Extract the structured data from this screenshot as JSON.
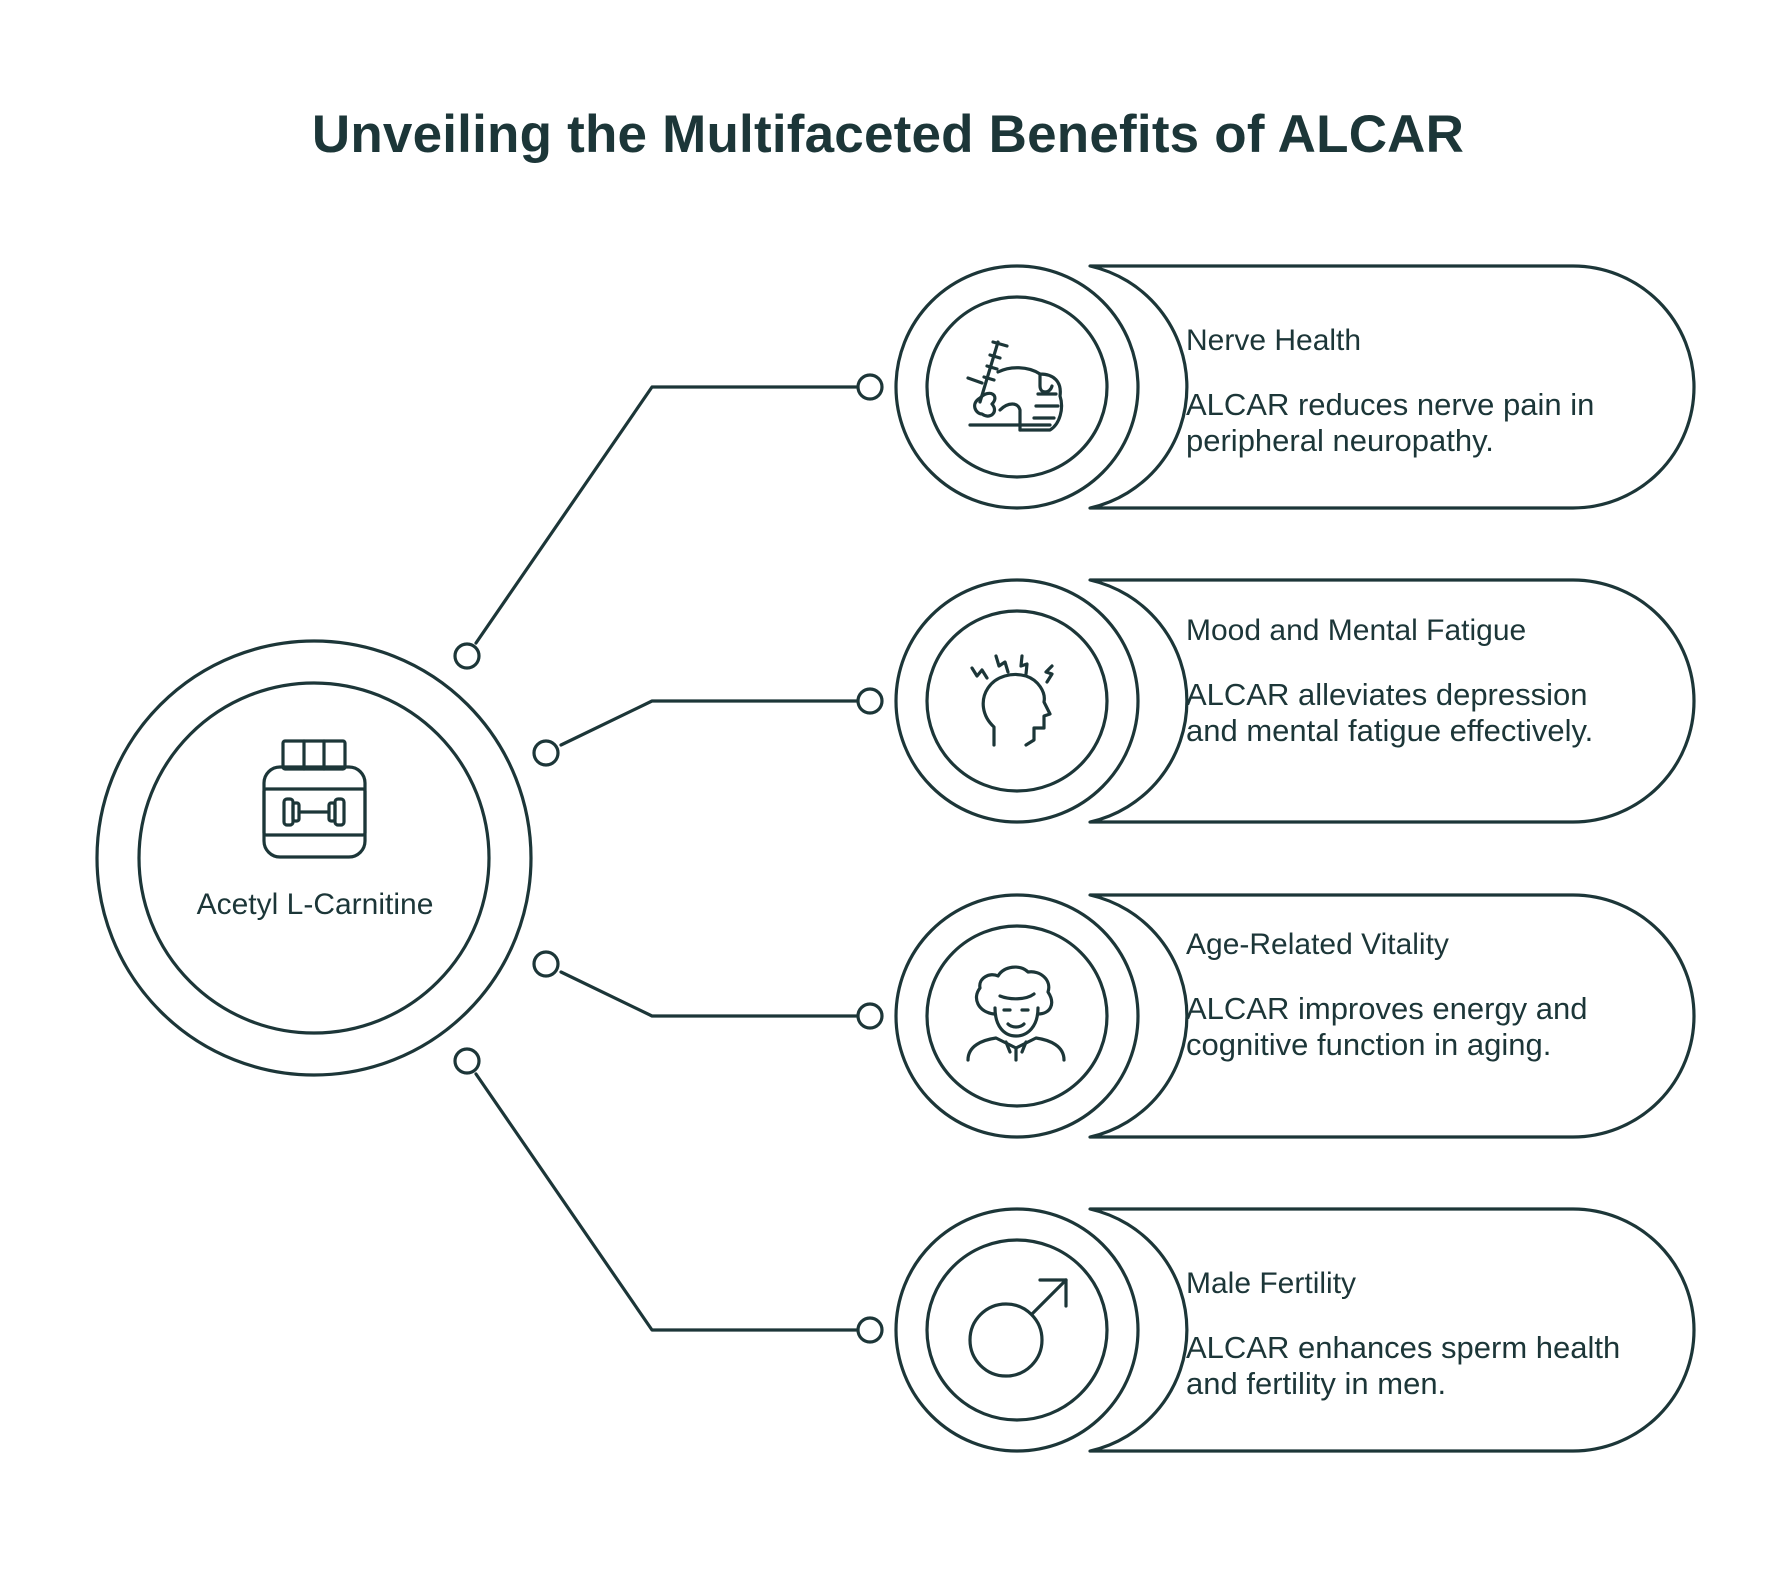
{
  "title": "Unveiling the Multifaceted Benefits of ALCAR",
  "center": {
    "label": "Acetyl L-Carnitine",
    "icon": "supplement-jar-icon"
  },
  "benefits": [
    {
      "title": "Nerve Health",
      "description": "ALCAR reduces nerve pain in peripheral neuropathy.",
      "icon": "hand-nerve-icon"
    },
    {
      "title": "Mood and Mental Fatigue",
      "description": "ALCAR alleviates depression and mental fatigue effectively.",
      "icon": "head-stress-icon"
    },
    {
      "title": "Age-Related Vitality",
      "description": "ALCAR improves energy and cognitive function in aging.",
      "icon": "elderly-person-icon"
    },
    {
      "title": "Male Fertility",
      "description": "ALCAR enhances sperm health and fertility in men.",
      "icon": "male-symbol-icon"
    }
  ],
  "colors": {
    "stroke": "#1c3638",
    "background": "#ffffff"
  }
}
